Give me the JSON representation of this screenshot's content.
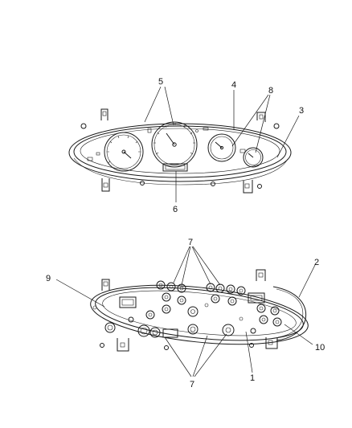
{
  "callouts": {
    "c1": "1",
    "c2": "2",
    "c3": "3",
    "c4": "4",
    "c5": "5",
    "c6": "6",
    "c7a": "7",
    "c7b": "7",
    "c8": "8",
    "c9": "9",
    "c10": "10"
  },
  "colors": {
    "line": "#1a1a1a",
    "background": "#ffffff"
  },
  "icons": {
    "front_cluster": "instrument-cluster-front-view",
    "rear_cluster": "instrument-cluster-rear-view"
  }
}
